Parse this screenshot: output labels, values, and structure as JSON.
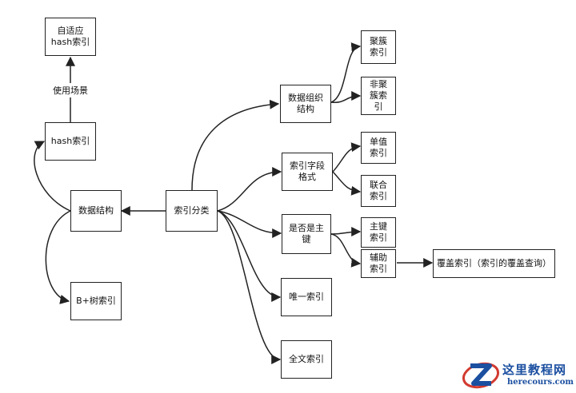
{
  "nodes": {
    "adaptive_hash": "自适应\nhash索引",
    "hash": "hash索引",
    "data_structure": "数据结构",
    "btree": "B+树索引",
    "index_category": "索引分类",
    "data_organization": "数据组织\n结构",
    "clustered": "聚簇\n索引",
    "non_clustered": "非聚\n簇索\n引",
    "field_format": "索引字段\n格式",
    "single_value": "单值\n索引",
    "composite": "联合\n索引",
    "is_primary": "是否是主\n键",
    "primary_key": "主键\n索引",
    "secondary": "辅助\n索引",
    "covering": "覆盖索引（索引的覆盖查询）",
    "unique": "唯一索引",
    "fulltext": "全文索引"
  },
  "edge_labels": {
    "usage_scenario": "使用场景"
  },
  "watermark": {
    "title": "这里教程网",
    "url": "herecours.com",
    "accent": "#1b4fa0",
    "swoosh": "#d23a2f"
  }
}
